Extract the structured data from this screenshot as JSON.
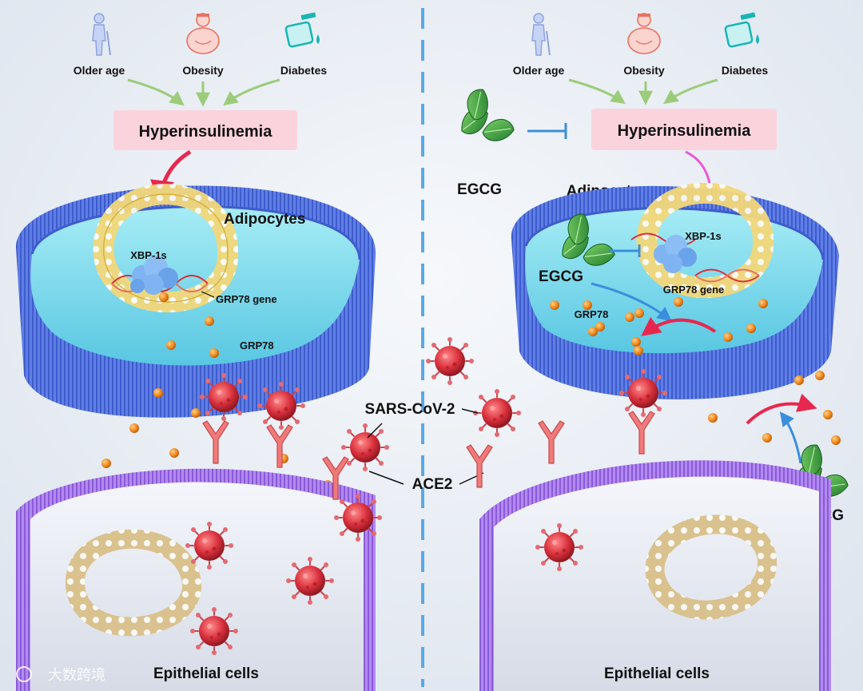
{
  "left_panel": {
    "risk_factors": [
      "Older age",
      "Obesity",
      "Diabetes"
    ],
    "hyperinsulinemia": "Hyperinsulinemia",
    "adipocytes": "Adipocytes",
    "xbp1s": "XBP-1s",
    "grp78_gene": "GRP78 gene",
    "grp78": "GRP78",
    "epithelial": "Epithelial cells"
  },
  "right_panel": {
    "risk_factors": [
      "Older age",
      "Obesity",
      "Diabetes"
    ],
    "hyperinsulinemia": "Hyperinsulinemia",
    "egcg_top": "EGCG",
    "adipocytes": "Adipocytes",
    "xbp1s": "XBP-1s",
    "egcg_mid": "EGCG",
    "grp78_gene": "GRP78 gene",
    "grp78": "GRP78",
    "egcg_right": "EGCG",
    "epithelial": "Epithelial cells"
  },
  "center": {
    "sars": "SARS-CoV-2",
    "ace2": "ACE2"
  },
  "watermark": "大数跨境",
  "colors": {
    "membrane_blue": "#5f7fe6",
    "cytoplasm": "#8fe0ee",
    "epithelial_membrane": "#a77be8",
    "virus": "#d9303c",
    "grp78": "#f08a1e",
    "hyper_box": "#fbd3dc",
    "arrow_green": "#9ccc7a",
    "arrow_red": "#e8274f",
    "arrow_blue": "#3a8fdc",
    "divider": "#5aa9e6"
  }
}
